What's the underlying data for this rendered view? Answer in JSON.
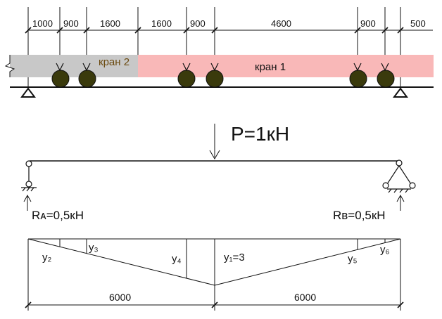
{
  "top_dims": [
    "1000",
    "900",
    "1600",
    "1600",
    "900",
    "4600",
    "900",
    "500"
  ],
  "cranes": {
    "crane2_label": "кран 2",
    "crane1_label": "кран 1",
    "crane2_fill": "#c8c8c8",
    "crane1_fill": "#f9b8b8",
    "wheel_fill": "#3a3a0c"
  },
  "load": {
    "label": "P=1кН"
  },
  "reactions": {
    "left": "Rᴀ=0,5кН",
    "right": "Rʙ=0,5кН"
  },
  "ordinates": {
    "y1": "y₁=3",
    "y2": "y₂",
    "y3": "y₃",
    "y4": "y₄",
    "y5": "y₅",
    "y6": "y₆"
  },
  "bottom_dims": [
    "6000",
    "6000"
  ]
}
